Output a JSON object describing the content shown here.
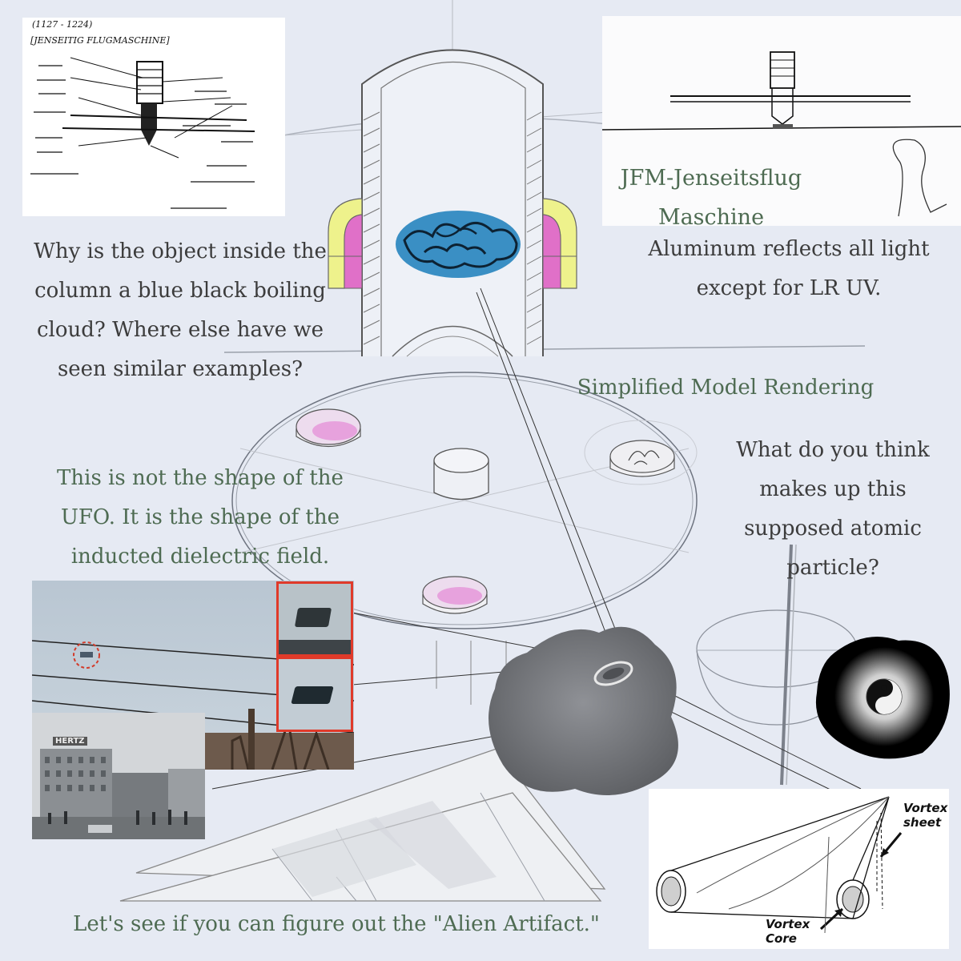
{
  "title": "JFM-Jenseitsflug Maschine",
  "subtitle": "Simplified Model Rendering",
  "left_question": [
    "Why is the object inside the",
    "column a blue black boiling",
    "cloud? Where else have we",
    "seen similar examples?"
  ],
  "aluminum_note": [
    "Aluminum reflects all light",
    "except for LR UV."
  ],
  "shape_note": [
    "This is not the shape of the",
    "UFO. It is the shape of the",
    "inducted dielectric field."
  ],
  "atomic_question": [
    "What do you think",
    "makes up this",
    "supposed atomic",
    "particle?"
  ],
  "bottom_caption": "Let's see if you can figure out the \"Alien Artifact.\"",
  "vortex_labels": {
    "sheet": [
      "Vortex",
      "sheet"
    ],
    "core": [
      "Vortex",
      "Core"
    ]
  },
  "photo_sign": "HERTZ",
  "sketch_header": [
    "(1127 - 1224)",
    "[JENSEITIG  FLUGMASCHINE]"
  ],
  "colors": {
    "background": "#e6eaf3",
    "green_text": "#4e6b52",
    "red_frame": "#e03a2a",
    "cloud_blue": "#3a8fc4",
    "magenta": "#e070c8",
    "yellow": "#e8ec8a"
  }
}
